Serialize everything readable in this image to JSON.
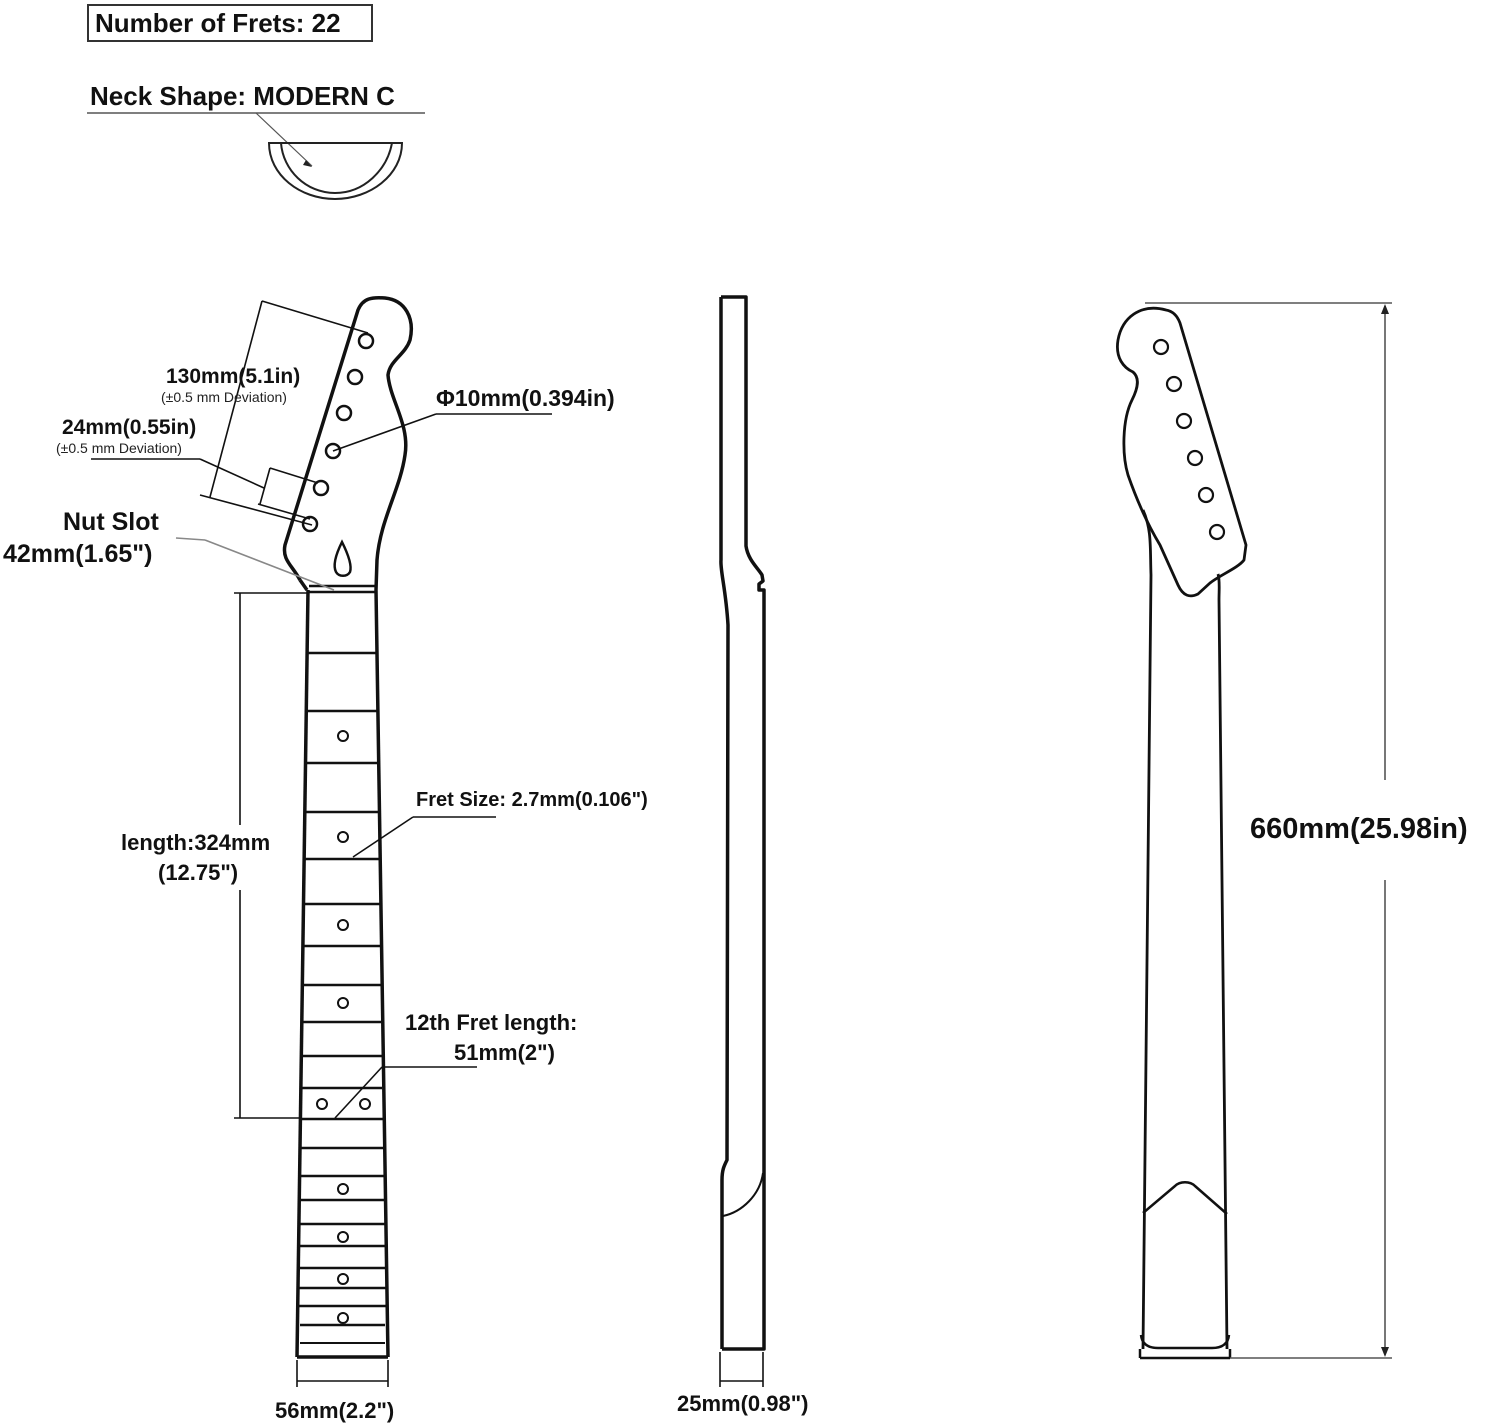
{
  "header": {
    "frets_label": "Number of Frets: 22",
    "neck_shape_label": "Neck Shape: MODERN C"
  },
  "front_view": {
    "headstock_length": "130mm(5.1in)",
    "headstock_length_note": "(±0.5 mm Deviation)",
    "tuner_spacing": "24mm(0.55in)",
    "tuner_spacing_note": "(±0.5 mm Deviation)",
    "tuner_hole_diameter": "Φ10mm(0.394in)",
    "nut_slot_title": "Nut Slot",
    "nut_slot_width": "42mm(1.65\")",
    "length_line1": "length:324mm",
    "length_line2": "(12.75\")",
    "fret_size": "Fret Size: 2.7mm(0.106\")",
    "fret12_line1": "12th Fret  length:",
    "fret12_line2": "51mm(2\")",
    "heel_width": "56mm(2.2\")",
    "tuner_hole_count": 6,
    "inlay_frets": [
      3,
      5,
      7,
      9,
      12,
      15,
      17,
      19,
      21
    ],
    "double_inlay_fret": 12
  },
  "side_view": {
    "heel_thickness": "25mm(0.98\")"
  },
  "back_view": {
    "overall_length": "660mm(25.98in)"
  },
  "colors": {
    "line": "#111111",
    "dim_line": "#555555",
    "background": "#ffffff"
  }
}
